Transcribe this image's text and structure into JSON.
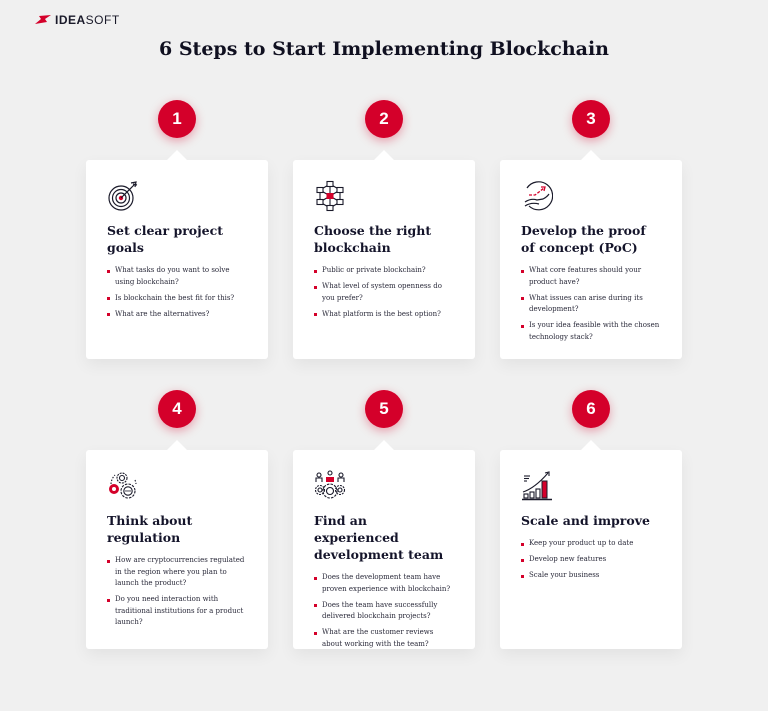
{
  "brand": {
    "logo_bold": "IDEA",
    "logo_light": "SOFT",
    "accent": "#d4002a"
  },
  "title": "6 Steps to Start Implementing Blockchain",
  "steps": [
    {
      "number": "1",
      "icon": "target-icon",
      "title": "Set clear project goals",
      "bullets": [
        "What tasks do you want to solve using blockchain?",
        "Is blockchain the best fit for this?",
        "What are the alternatives?"
      ]
    },
    {
      "number": "2",
      "icon": "blockchain-network-icon",
      "title": "Choose the right blockchain",
      "bullets": [
        "Public or private blockchain?",
        "What level of system openness do you prefer?",
        "What platform is the best option?"
      ]
    },
    {
      "number": "3",
      "icon": "hand-growth-icon",
      "title": "Develop the proof of concept (PoC)",
      "bullets": [
        "What core features should your product have?",
        "What issues can arise during its development?",
        "Is your idea feasible with the chosen technology stack?"
      ]
    },
    {
      "number": "4",
      "icon": "gears-icon",
      "title": "Think about regulation",
      "bullets": [
        "How are cryptocurrencies regulated in the region where you plan to launch the product?",
        "Do you need interaction with traditional institutions for a product launch?"
      ]
    },
    {
      "number": "5",
      "icon": "team-gears-icon",
      "title": "Find an experienced development team",
      "bullets": [
        "Does the development team have proven experience with blockchain?",
        "Does the team have successfully delivered blockchain projects?",
        "What are the customer reviews about working with the team?"
      ]
    },
    {
      "number": "6",
      "icon": "growth-chart-icon",
      "title": "Scale and improve",
      "bullets": [
        "Keep your product up to date",
        "Develop new features",
        "Scale your business"
      ]
    }
  ]
}
